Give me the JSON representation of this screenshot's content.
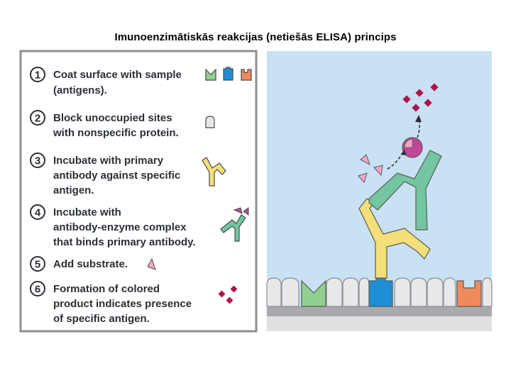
{
  "title": "Imunoenzimātiskās reakcijas (netiešās ELISA) princips",
  "steps": [
    {
      "number": "1",
      "lines": [
        "Coat surface with sample",
        "(antigens)."
      ]
    },
    {
      "number": "2",
      "lines": [
        "Block unoccupied sites",
        "with nonspecific protein."
      ]
    },
    {
      "number": "3",
      "lines": [
        "Incubate with primary",
        "antibody against specific",
        "antigen."
      ]
    },
    {
      "number": "4",
      "lines": [
        "Incubate with",
        "antibody-enzyme complex",
        "that binds primary antibody."
      ]
    },
    {
      "number": "5",
      "lines": [
        "Add substrate."
      ]
    },
    {
      "number": "6",
      "lines": [
        "Formation of colored",
        "product indicates presence",
        "of specific antigen."
      ]
    }
  ],
  "colors": {
    "panel_border": "#8c8f94",
    "scene_bg": "#c8e1f3",
    "antigen_green": "#8fd18f",
    "antigen_blue": "#1e8fd6",
    "antigen_orange": "#f08a5d",
    "blocker_gray": "#e6e8ea",
    "primary_antibody": "#f5df78",
    "secondary_antibody": "#73c6a0",
    "enzyme": "#c2469a",
    "substrate": "#f0a8c8",
    "product": "#b3124a"
  }
}
